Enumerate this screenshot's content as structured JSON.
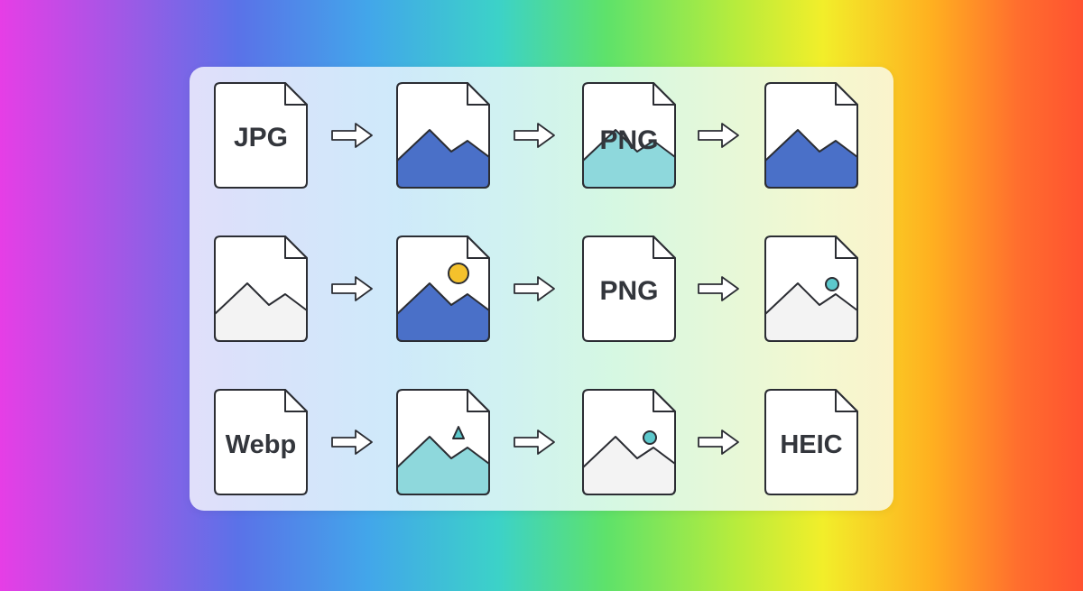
{
  "colors": {
    "blue_mountain": "#4a70c8",
    "teal_mountain": "#8ed8dc",
    "light_mountain": "#f3f3f3",
    "sun_yellow": "#f4c12c",
    "dot_teal": "#5cc8cc",
    "outline": "#2b2d33",
    "text": "#33363c"
  },
  "rows": [
    {
      "cells": [
        {
          "kind": "text",
          "label": "JPG"
        },
        {
          "kind": "image",
          "mountain": "blue"
        },
        {
          "kind": "image-text",
          "label": "PNG",
          "mountain": "teal"
        },
        {
          "kind": "image",
          "mountain": "blue"
        }
      ]
    },
    {
      "cells": [
        {
          "kind": "image",
          "mountain": "light"
        },
        {
          "kind": "image",
          "mountain": "blue",
          "accent": "sun"
        },
        {
          "kind": "text",
          "label": "PNG"
        },
        {
          "kind": "image",
          "mountain": "light",
          "accent": "dot"
        }
      ]
    },
    {
      "cells": [
        {
          "kind": "text",
          "label": "Webp"
        },
        {
          "kind": "image",
          "mountain": "teal",
          "accent": "triangle"
        },
        {
          "kind": "image",
          "mountain": "light",
          "accent": "dot"
        },
        {
          "kind": "text",
          "label": "HEIC"
        }
      ]
    }
  ],
  "connector_icon": "right-arrow-icon"
}
